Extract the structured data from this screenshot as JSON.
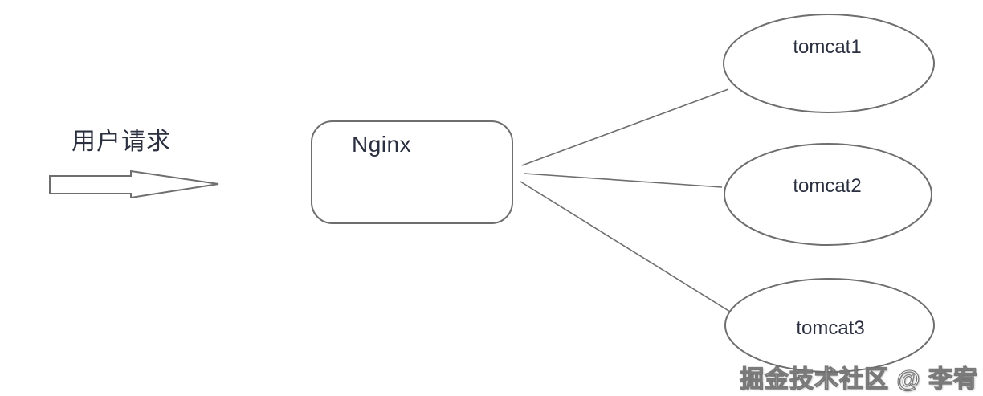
{
  "diagram": {
    "source_label": "用户请求",
    "nginx_label": "Nginx",
    "tomcat_nodes": [
      "tomcat1",
      "tomcat2",
      "tomcat3"
    ],
    "watermark": "掘金技术社区 @ 李宥",
    "colors": {
      "background": "#ffffff",
      "stroke": "#6e6e6e",
      "text": "#2b3040"
    }
  }
}
